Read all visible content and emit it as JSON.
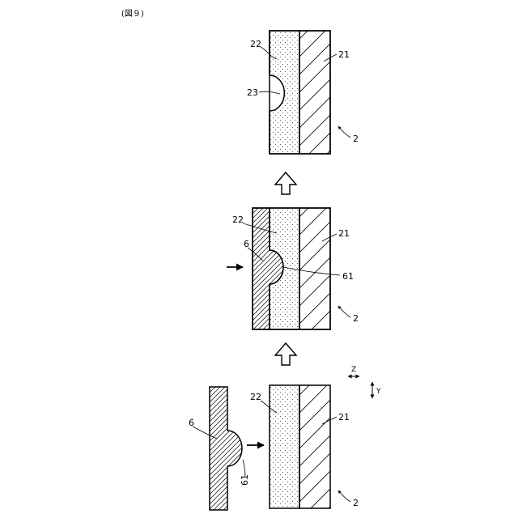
{
  "figure": {
    "label": "(図９)"
  },
  "stage_top": {
    "ref_layer22": "22",
    "ref_layer21": "21",
    "ref_recess": "23",
    "ref_body": "2"
  },
  "stage_middle": {
    "ref_layer22": "22",
    "ref_layer21": "21",
    "ref_mold": "6",
    "ref_protrusion": "61",
    "ref_body": "2"
  },
  "stage_bottom": {
    "ref_layer22": "22",
    "ref_layer21": "21",
    "ref_mold": "6",
    "ref_protrusion": "61",
    "ref_body": "2"
  },
  "axes": {
    "z": "Z",
    "y": "Y"
  },
  "icons": {
    "process_arrow": "hollow-up-arrow-icon",
    "press_arrow": "solid-right-arrow-icon",
    "axis_arrows": "double-headed-arrow-icon"
  }
}
